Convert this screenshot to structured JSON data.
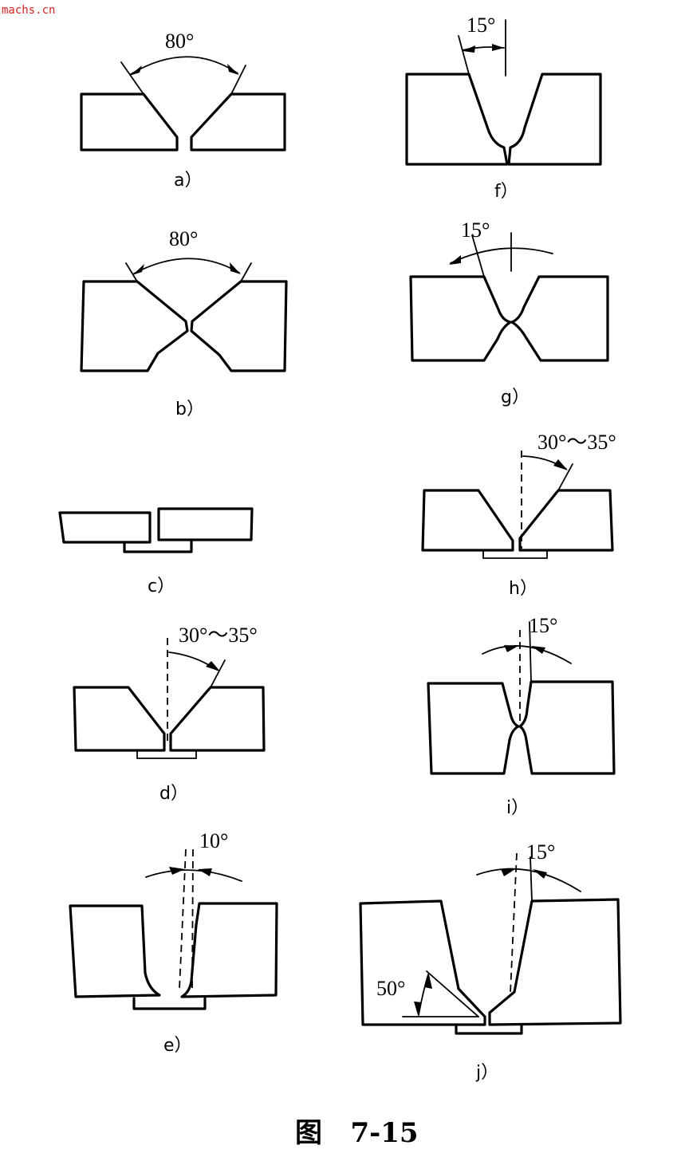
{
  "watermark": "machs.cn",
  "figure_title": "图   7-15",
  "panels": {
    "a": {
      "caption": "a）",
      "angle": "80°"
    },
    "b": {
      "caption": "b）",
      "angle": "80°"
    },
    "c": {
      "caption": "c）"
    },
    "d": {
      "caption": "d）",
      "angle": "30°～35°"
    },
    "e": {
      "caption": "e）",
      "angle": "10°"
    },
    "f": {
      "caption": "f）",
      "angle": "15°"
    },
    "g": {
      "caption": "g）",
      "angle": "15°"
    },
    "h": {
      "caption": "h）",
      "angle": "30°～35°"
    },
    "i": {
      "caption": "i）",
      "angle": "15°"
    },
    "j": {
      "caption": "j）",
      "angle": "15°",
      "angle2": "50°"
    }
  }
}
